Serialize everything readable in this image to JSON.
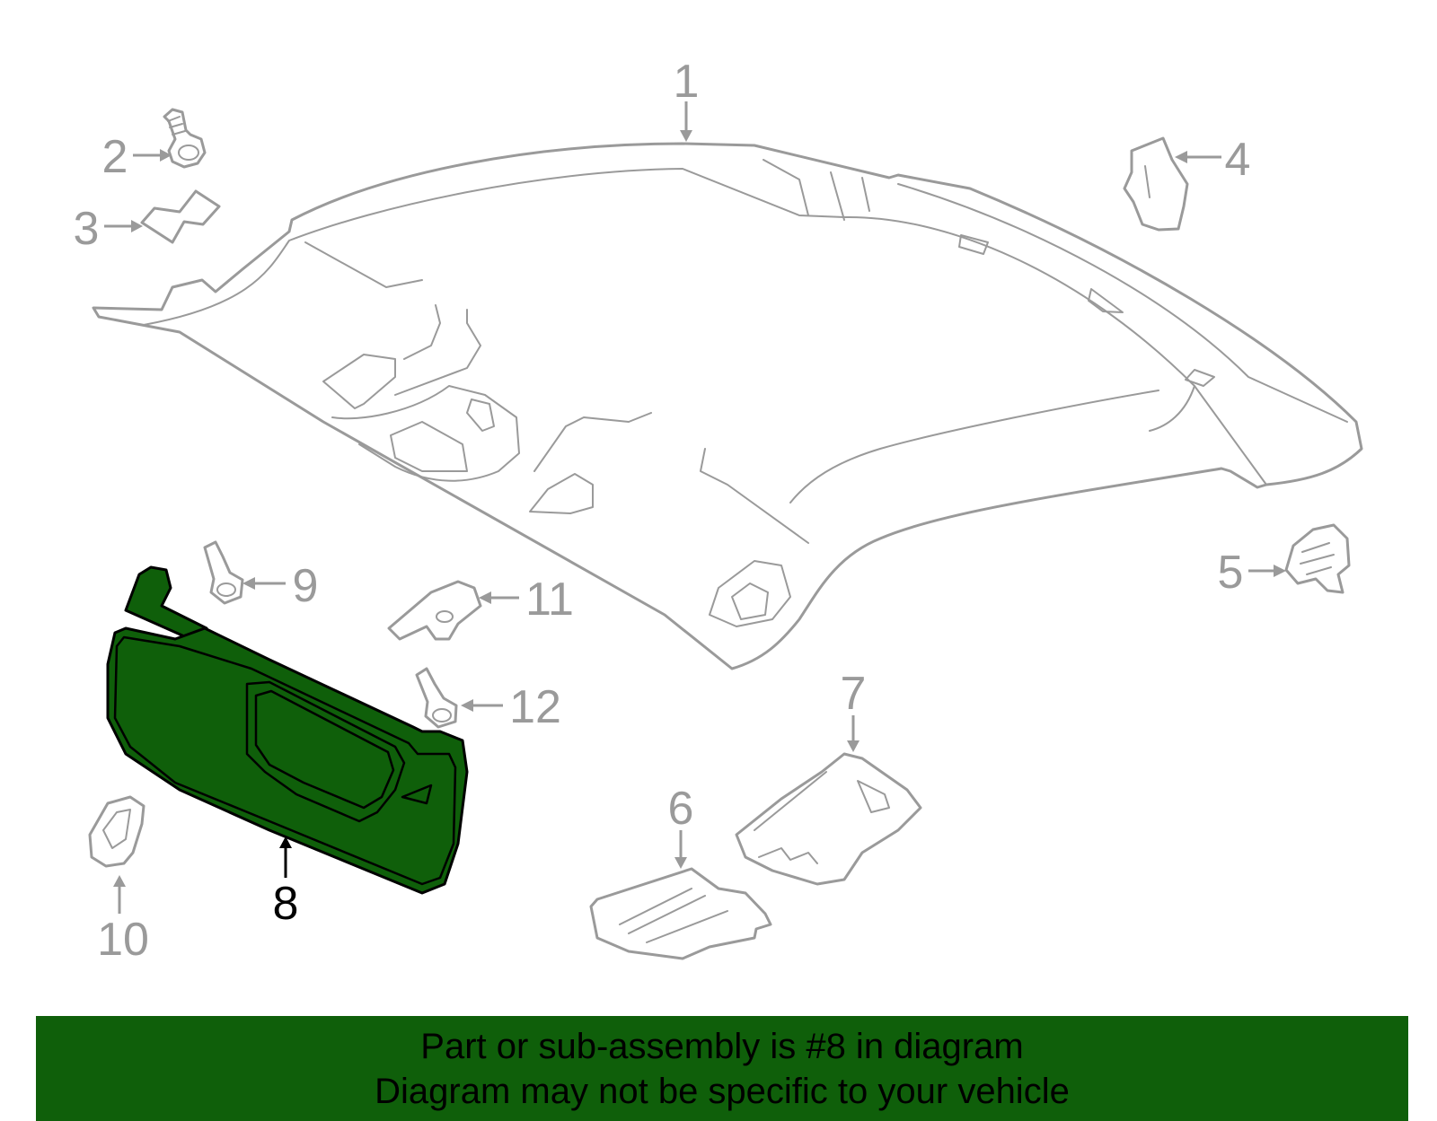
{
  "callouts": [
    {
      "id": "1",
      "label": "1",
      "highlighted": false
    },
    {
      "id": "2",
      "label": "2",
      "highlighted": false
    },
    {
      "id": "3",
      "label": "3",
      "highlighted": false
    },
    {
      "id": "4",
      "label": "4",
      "highlighted": false
    },
    {
      "id": "5",
      "label": "5",
      "highlighted": false
    },
    {
      "id": "6",
      "label": "6",
      "highlighted": false
    },
    {
      "id": "7",
      "label": "7",
      "highlighted": false
    },
    {
      "id": "8",
      "label": "8",
      "highlighted": true
    },
    {
      "id": "9",
      "label": "9",
      "highlighted": false
    },
    {
      "id": "10",
      "label": "10",
      "highlighted": false
    },
    {
      "id": "11",
      "label": "11",
      "highlighted": false
    },
    {
      "id": "12",
      "label": "12",
      "highlighted": false
    }
  ],
  "banner": {
    "line1": "Part or sub-assembly is #8 in diagram",
    "line2": "Diagram may not be specific to your vehicle"
  },
  "colors": {
    "highlight": "#0f5f0a",
    "part_outline": "#9a9a9a",
    "highlight_outline": "#000000",
    "background": "#ffffff"
  }
}
